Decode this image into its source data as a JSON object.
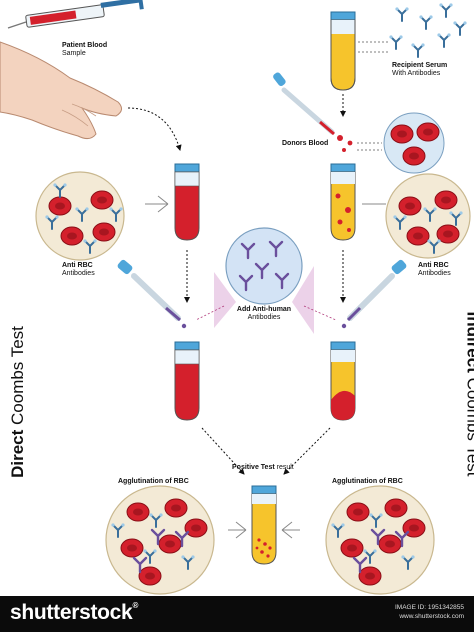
{
  "labels": {
    "patient_blood_title": "Patient Blood",
    "patient_blood_sub": "Sample",
    "recipient_serum_title": "Recipient Serum",
    "recipient_serum_sub": "With Antibodies",
    "donors_blood": "Donors Blood",
    "anti_rbc_left_title": "Anti RBC",
    "anti_rbc_left_sub": "Antibodies",
    "anti_rbc_right_title": "Anti RBC",
    "anti_rbc_right_sub": "Antibodies",
    "add_antihuman_title": "Add Anti-human",
    "add_antihuman_sub": "Antibodies",
    "positive_test_bold": "Positive Test",
    "positive_test_rest": "result",
    "agglutination_left": "Agglutination of RBC",
    "agglutination_right": "Agglutination of RBC"
  },
  "titles": {
    "direct_bold": "Direct",
    "direct_rest": "Coombs Test",
    "indirect_bold": "Indirect",
    "indirect_rest": "Coombs Test"
  },
  "footer": {
    "brand": "shutterstock",
    "image_id_label": "IMAGE ID:",
    "image_id": "1951342855",
    "website": "www.shutterstock.com"
  },
  "colors": {
    "blood_red": "#d4202c",
    "serum_yellow": "#f6c42c",
    "tube_cap": "#4fa6da",
    "antibody_blue": "#3a6f9b",
    "antihuman_purple": "#6a4f9c",
    "circle_bg": "#f3ead6",
    "antihuman_circle_bg": "#d3e3f5"
  }
}
